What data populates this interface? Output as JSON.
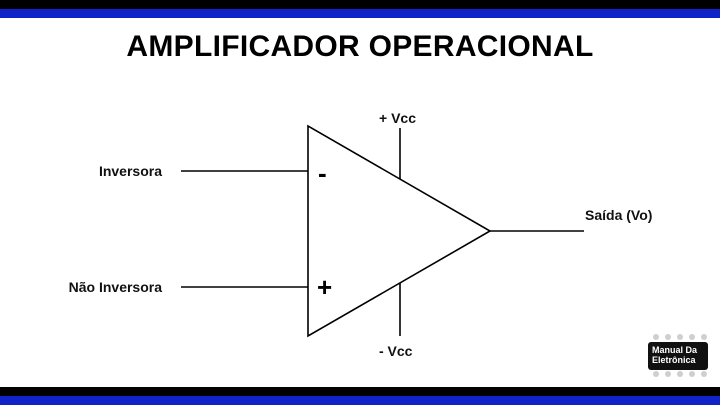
{
  "title": "AMPLIFICADOR OPERACIONAL",
  "inputs": {
    "inverting": "Inversora",
    "non_inverting": "Não Inversora"
  },
  "supply": {
    "positive": "+ Vcc",
    "negative": "- Vcc"
  },
  "output": "Saída (Vo)",
  "signs": {
    "minus": "-",
    "plus": "+"
  },
  "logo": {
    "line1": "Manual Da",
    "line2": "Eletrônica"
  },
  "colors": {
    "accent_blue": "#1023c9",
    "band_black": "#000000"
  }
}
